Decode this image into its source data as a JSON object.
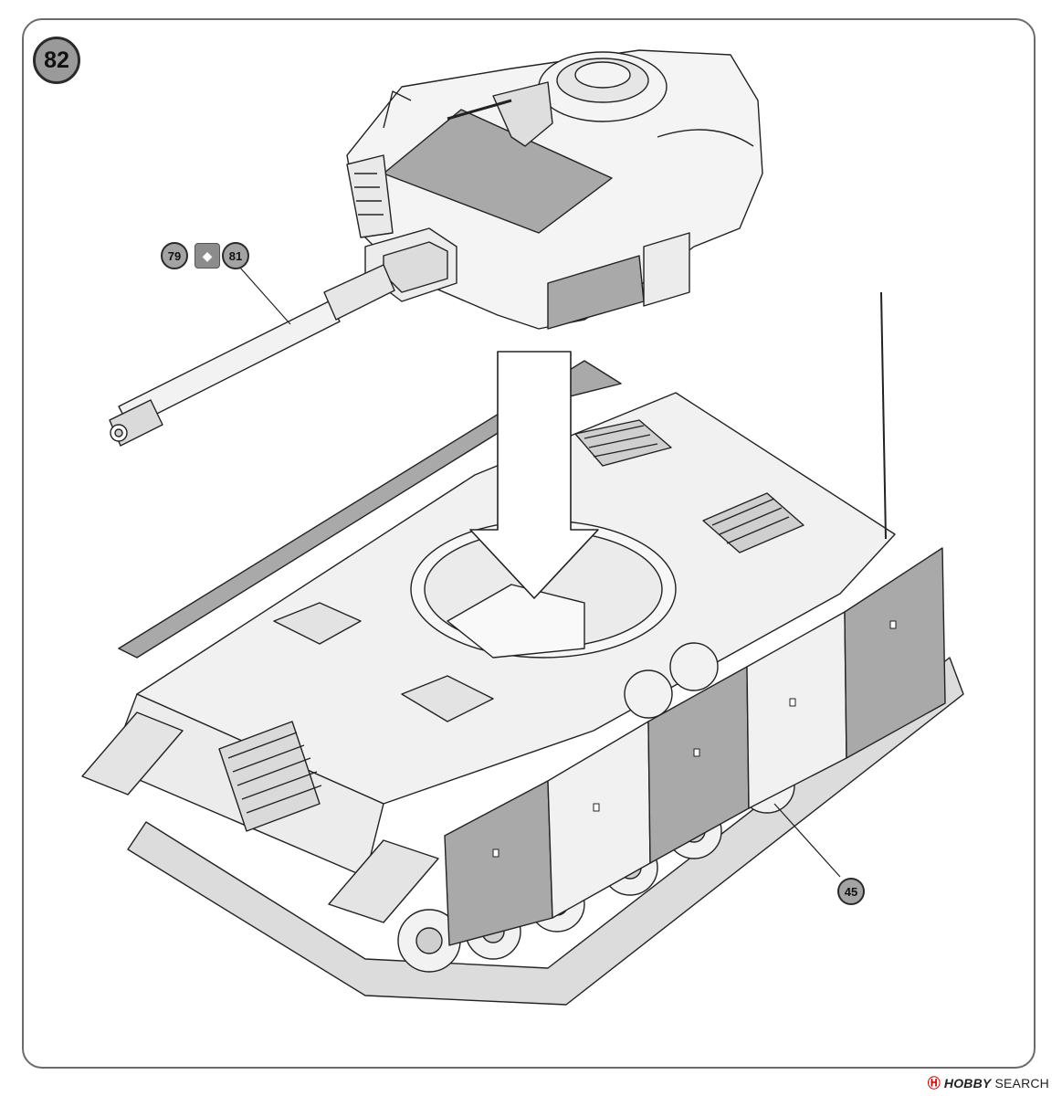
{
  "step": {
    "number": "82"
  },
  "parts": {
    "gun_left": "79",
    "gun_right": "81",
    "skirt": "45"
  },
  "watermark": {
    "brand_first": "HOBBY",
    "brand_second": "SEARCH",
    "mark": "Ⓗ"
  },
  "colors": {
    "badge_fill": "#9a9a9a",
    "plate_fill": "#a9a9a9",
    "line": "#222222",
    "watermark_red": "#d60000"
  }
}
